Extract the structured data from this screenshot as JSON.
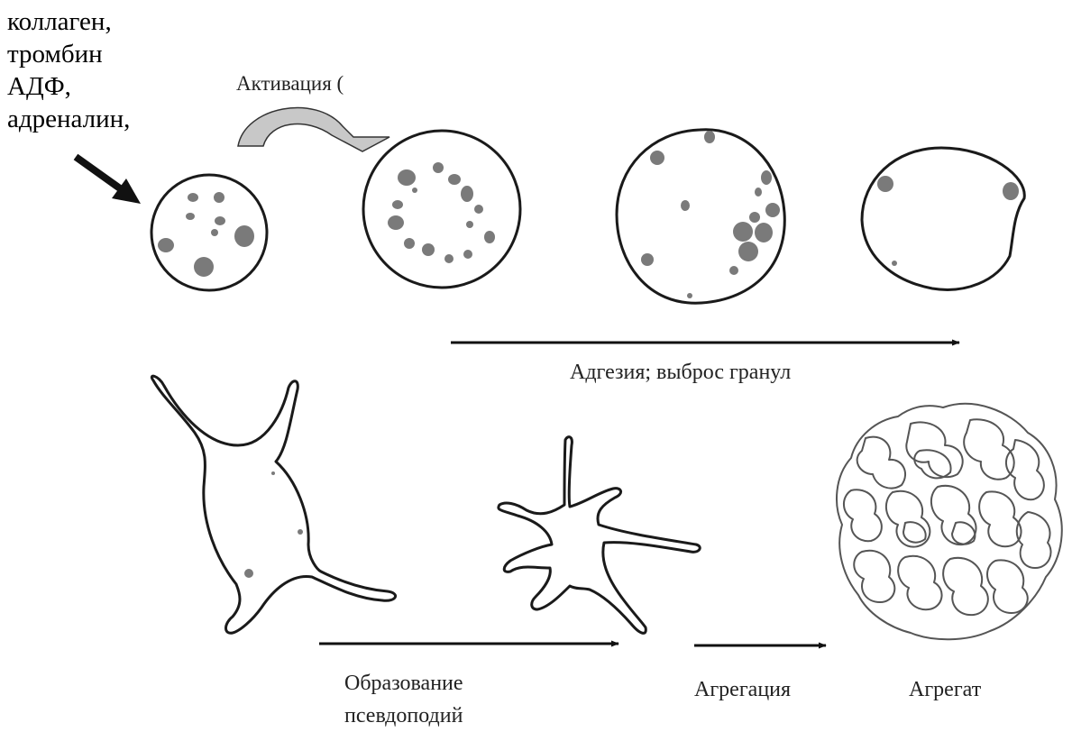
{
  "agonists": [
    "коллаген,",
    "тромбин",
    "АДФ,",
    "адреналин,"
  ],
  "labels": {
    "activation": "Активация (",
    "adhesion": "Адгезия; выброс гранул",
    "pseudopodia": [
      "Образование",
      "псевдоподий"
    ],
    "aggregation": "Агрегация",
    "aggregate": "Агрегат"
  },
  "colors": {
    "outline": "#1a1a1a",
    "granule": "#7a7a7a",
    "curved_arrow_fill": "#c8c8c8",
    "aggregate_stroke": "#555555"
  }
}
